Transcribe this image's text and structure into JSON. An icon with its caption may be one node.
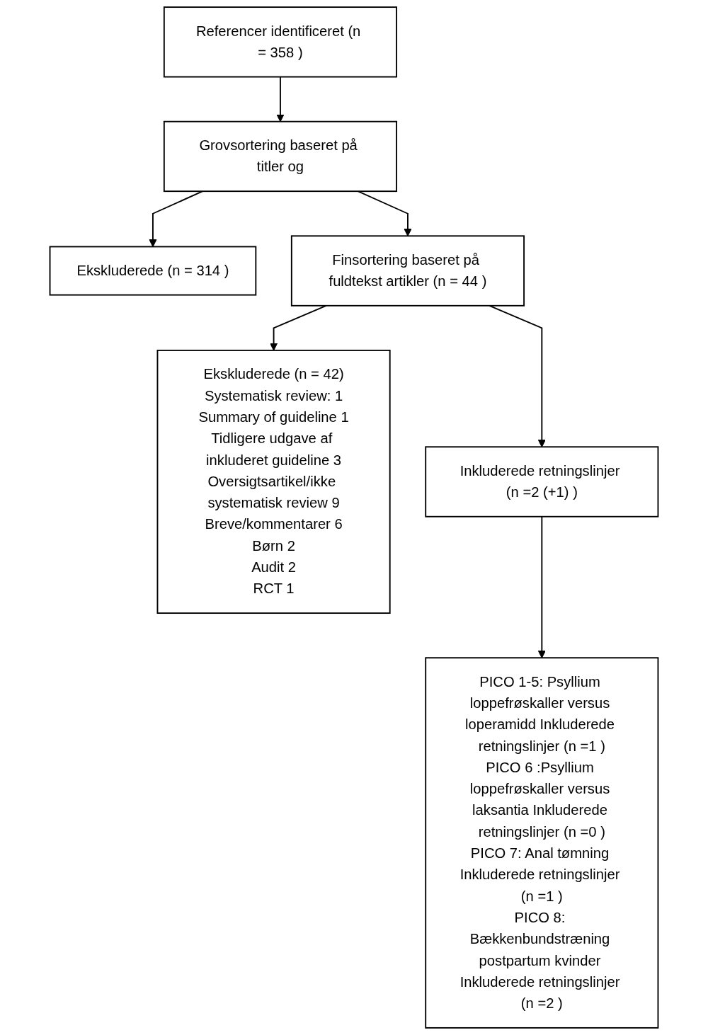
{
  "diagram": {
    "nodes": [
      {
        "text": [
          "Referencer identificeret (n = 358 )"
        ]
      },
      {
        "text": [
          "Grovsortering baseret på titler og"
        ]
      },
      {
        "text": [
          "Ekskluderede (n = 314 )"
        ]
      },
      {
        "text": [
          "Finsortering baseret på fuldtekst artikler (n = 44 )"
        ]
      },
      {
        "text": [
          "Ekskluderede (n = 42)",
          "Systematisk review: 1",
          "Summary of guideline 1",
          "Tidligere udgave af inkluderet guideline 3",
          "Oversigtsartikel/ikke systematisk review 9",
          "Breve/kommentarer 6",
          "Børn 2",
          "Audit 2",
          "RCT 1"
        ]
      },
      {
        "text": [
          "Inkluderede retningslinjer (n =2 (+1) )"
        ]
      },
      {
        "text": [
          "PICO 1-5: Psyllium loppefrøskaller versus loperamidd Inkluderede retningslinjer (n =1 )",
          "PICO 6 :Psyllium loppefrøskaller versus laksantia Inkluderede retningslinjer (n =0 )",
          "PICO 7: Anal tømning Inkluderede retningslinjer (n =1 )",
          "PICO 8: Bækkenbundstræning postpartum kvinder Inkluderede retningslinjer (n =2 )"
        ]
      }
    ],
    "edges": [
      {
        "from": 0,
        "to": 1,
        "arrow": "to"
      },
      {
        "from": 1,
        "to": 2,
        "arrow": "to"
      },
      {
        "from": 1,
        "to": 3,
        "arrow": "to"
      },
      {
        "from": 3,
        "to": 4,
        "arrow": "to"
      },
      {
        "from": 3,
        "to": 5,
        "arrow": "to"
      },
      {
        "from": 5,
        "to": 6,
        "arrow": "to"
      }
    ]
  }
}
